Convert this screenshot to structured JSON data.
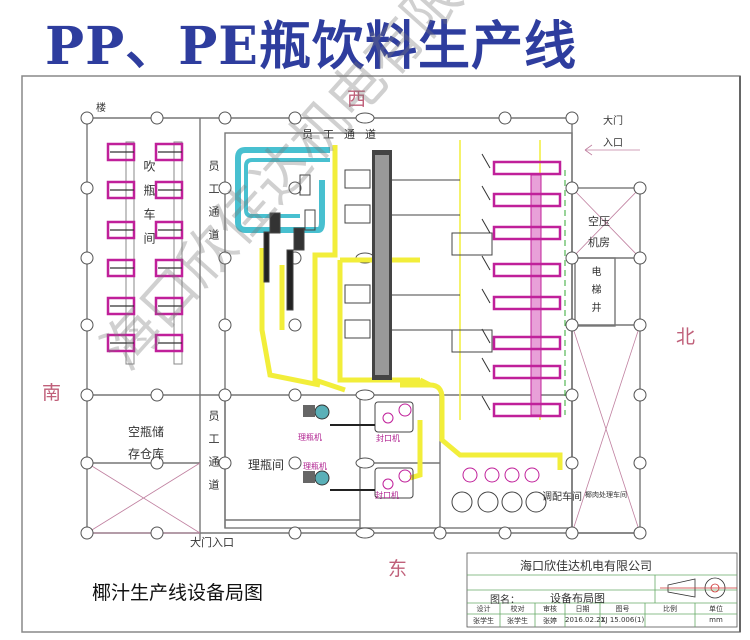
{
  "title": "PP、PE瓶饮料生产线",
  "directions": {
    "west": "西",
    "south": "南",
    "north": "北",
    "east": "东"
  },
  "rooms": {
    "building": "楼",
    "blow_workshop": "吹瓶车间",
    "staff_corridor_top": "员工通道",
    "staff_corridor_left": "员工通道",
    "staff_corridor_lower": "员工通道",
    "empty_bottle_storage_1": "空瓶储",
    "empty_bottle_storage_2": "存仓库",
    "bottle_sorting_room": "理瓶间",
    "main_gate_bottom": "大门入口",
    "main_gate_top_1": "大门",
    "main_gate_top_2": "入口",
    "air_compressor_1": "空压",
    "air_compressor_2": "机房",
    "elevator": "电梯井",
    "mixing_workshop": "调配车间",
    "coconut_processing": "椰肉处理车间"
  },
  "machines": {
    "bottle_sorter_1": "理瓶机",
    "bottle_sorter_2": "理瓶机",
    "capper_1": "封口机",
    "capper_2": "封口机"
  },
  "caption": "椰汁生产线设备局图",
  "title_block": {
    "company": "海口欣佳达机电有限公司",
    "drawing_name_label": "图名：",
    "drawing_name": "设备布局图",
    "headers": [
      "设计",
      "校对",
      "审核",
      "日期",
      "图号",
      "比例",
      "单位"
    ],
    "values": [
      "张学生",
      "张学生",
      "张婷",
      "2016.02.21",
      "XJ 15.006(1)",
      "",
      "mm"
    ]
  },
  "watermark": "海口欣佳达机电有限公司 http://www.hkxjd.com",
  "colors": {
    "title": "#2e3d9e",
    "equipment": "#c0209a",
    "conveyor": "#f2ee3a",
    "loop": "#48c0d0",
    "direction": "#c0607a"
  }
}
